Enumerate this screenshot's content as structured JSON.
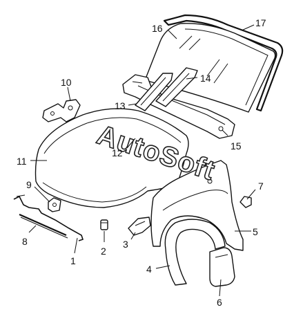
{
  "watermark": "AutoSoft",
  "callouts": {
    "c1": "1",
    "c2": "2",
    "c3": "3",
    "c4": "4",
    "c5": "5",
    "c6": "6",
    "c7": "7",
    "c8": "8",
    "c9": "9",
    "c10": "10",
    "c11": "11",
    "c12": "12",
    "c13": "13",
    "c14": "14",
    "c15": "15",
    "c16": "16",
    "c17": "17"
  }
}
